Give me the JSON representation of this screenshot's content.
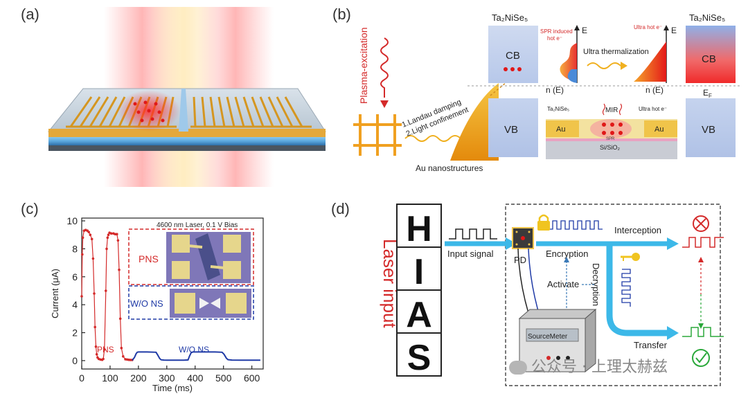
{
  "panel_labels": {
    "a": "(a)",
    "b": "(b)",
    "c": "(c)",
    "d": "(d)"
  },
  "panel_b": {
    "plasma_excitation": "Plasma-excitation",
    "mechanism_1": "1.Landau damping",
    "mechanism_2": "2.Light confinement",
    "au_nanostructures": "Au nanostructures",
    "material_left": "Ta₂NiSe₅",
    "material_right": "Ta₂NiSe₅",
    "cb": "CB",
    "vb": "VB",
    "spr_line1": "SPR induced",
    "spr_line2": "hot e⁻",
    "ultra_hot": "Ultra hot e⁻",
    "e_axis": "E",
    "ultra_thermalization": "Ultra thermalization",
    "n_e": "n (E)",
    "ef": "E",
    "ef_sub": "F",
    "inset_material": "Ta₂NiSe₅",
    "inset_mir": "MIR",
    "inset_ultra_hot": "Ultra hot e⁻",
    "inset_au": "Au",
    "inset_spr": "SPR",
    "inset_substrate": "Si/SiO₂"
  },
  "panel_c": {
    "inset_title": "4600 nm Laser, 0.1 V Bias",
    "pns_box_label": "PNS",
    "wons_box_label": "W/O NS",
    "pns_trace_label": "PNS",
    "wons_trace_label": "W/O NS"
  },
  "panel_d": {
    "laser_input": "Laser input",
    "letters": [
      "H",
      "I",
      "A",
      "S"
    ],
    "input_signal": "Input signal",
    "pd": "PD",
    "encryption": "Encryption",
    "interception": "Interception",
    "decryption": "Decryption",
    "activate": "Activate",
    "transfer": "Transfer",
    "sourcemeter": "SourceMeter"
  },
  "watermark": "公众号 · 上理太赫兹",
  "colors": {
    "red": "#d42a2a",
    "blue": "#1f3aa6",
    "cyan": "#3cb8e8",
    "gold": "#e6a21a"
  },
  "chart_data": {
    "type": "line",
    "xlabel": "Time (ms)",
    "ylabel": "Current (μA)",
    "xlim": [
      0,
      640
    ],
    "ylim": [
      -0.6,
      10.2
    ],
    "xticks": [
      0,
      100,
      200,
      300,
      400,
      500,
      600
    ],
    "yticks": [
      0,
      2,
      4,
      6,
      8,
      10
    ],
    "series": [
      {
        "name": "PNS",
        "color": "#d42a2a",
        "marker": "dot",
        "x": [
          0,
          2,
          4,
          8,
          14,
          20,
          25,
          30,
          36,
          40,
          44,
          47,
          50,
          53,
          56,
          60,
          66,
          72,
          76,
          80,
          85,
          88,
          91,
          94,
          98,
          104,
          112,
          118,
          124,
          128,
          132,
          136,
          140,
          146,
          154,
          160,
          166,
          172,
          178
        ],
        "y": [
          4.6,
          7.6,
          8.8,
          9.3,
          9.35,
          9.3,
          9.2,
          9.0,
          8.7,
          7.3,
          4.8,
          2.4,
          1.0,
          0.45,
          0.22,
          0.12,
          0.08,
          0.06,
          0.12,
          0.8,
          5.0,
          8.0,
          8.8,
          9.0,
          9.15,
          9.1,
          9.1,
          9.05,
          9.05,
          8.6,
          6.5,
          3.0,
          0.9,
          0.3,
          0.1,
          0.08,
          0.06,
          0.05,
          0.05
        ]
      },
      {
        "name": "W/O NS",
        "color": "#1f3aa6",
        "marker": "none",
        "x": [
          178,
          186,
          192,
          196,
          200,
          230,
          262,
          268,
          275,
          280,
          290,
          300,
          330,
          360,
          375,
          380,
          386,
          392,
          420,
          470,
          495,
          502,
          510,
          516,
          530,
          560,
          600,
          630
        ],
        "y": [
          0.02,
          0.22,
          0.5,
          0.6,
          0.62,
          0.62,
          0.6,
          0.4,
          0.15,
          0.06,
          0.04,
          0.03,
          0.03,
          0.03,
          0.05,
          0.32,
          0.57,
          0.62,
          0.62,
          0.62,
          0.6,
          0.45,
          0.18,
          0.07,
          0.04,
          0.03,
          0.03,
          0.03
        ]
      }
    ]
  }
}
